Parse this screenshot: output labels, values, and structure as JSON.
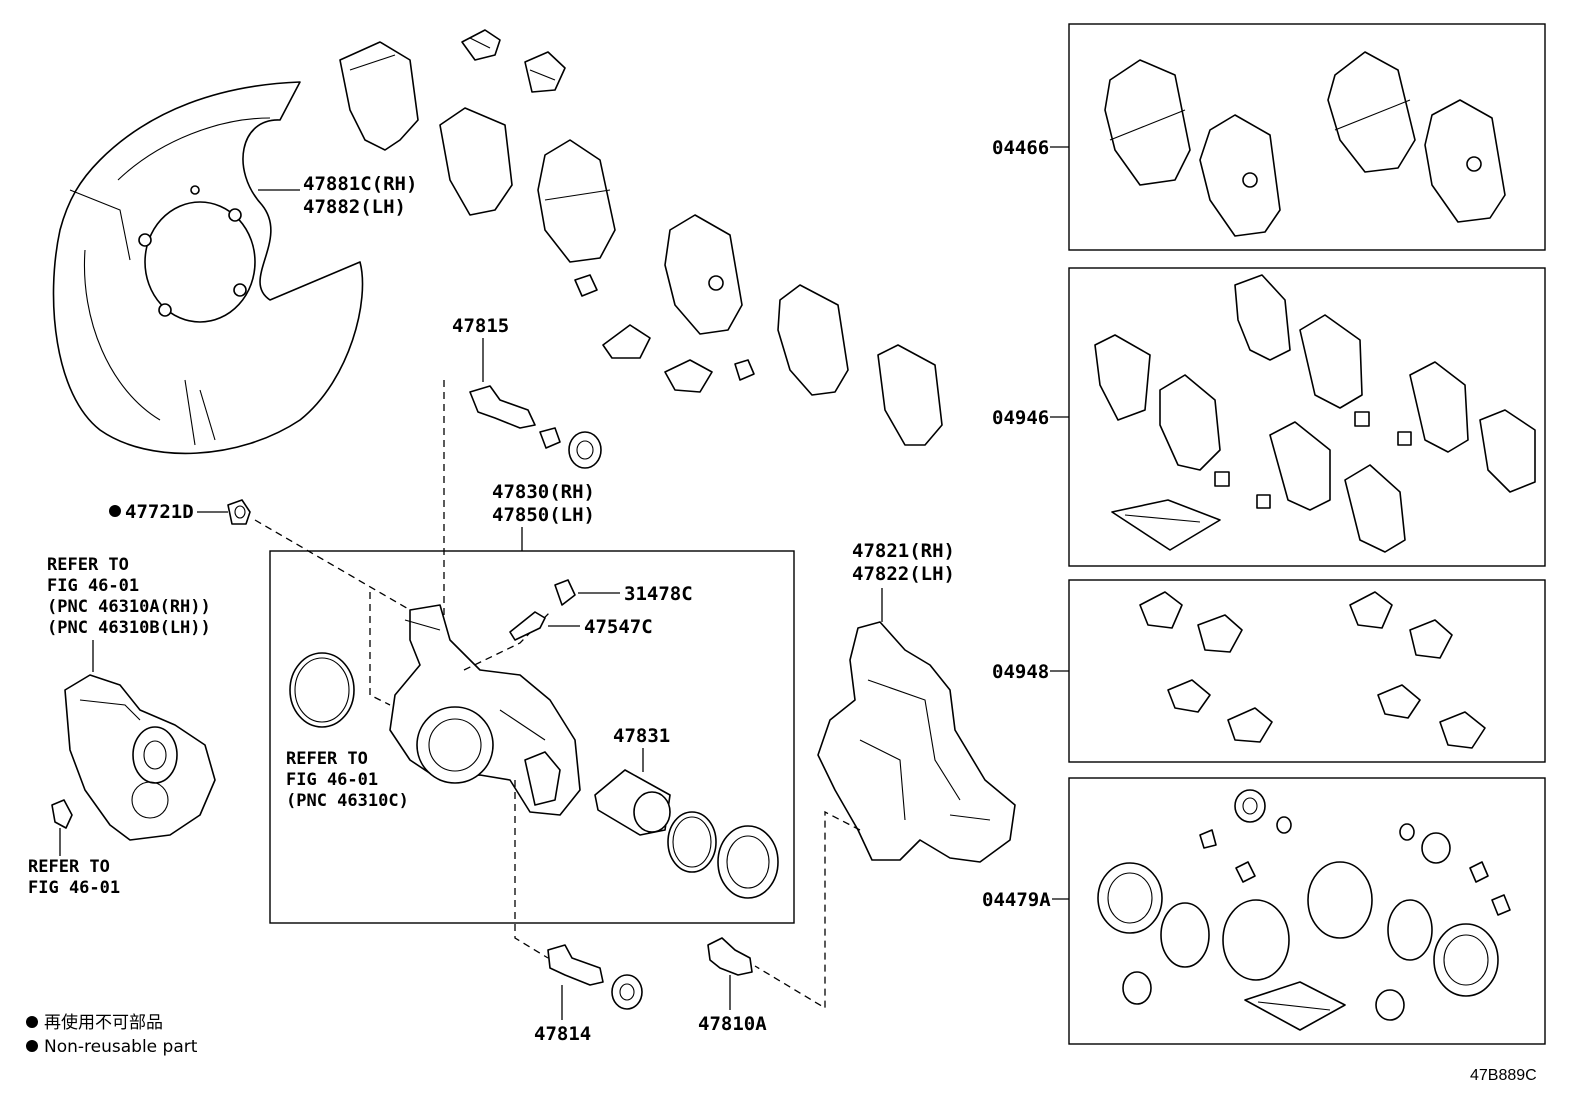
{
  "labels": {
    "p47881": "47881C(RH)",
    "p47882": "47882(LH)",
    "p47815": "47815",
    "p47721": "47721D",
    "p47830": "47830(RH)",
    "p47850": "47850(LH)",
    "p31478": "31478C",
    "p47547": "47547C",
    "p47831": "47831",
    "p47821": "47821(RH)",
    "p47822": "47822(LH)",
    "p47814": "47814",
    "p47810": "47810A",
    "k04466": "04466",
    "k04946": "04946",
    "k04948": "04948",
    "k04479": "04479A"
  },
  "refs": {
    "motor": [
      "REFER TO",
      "FIG 46-01",
      "(PNC 46310A(RH))",
      "(PNC 46310B(LH))"
    ],
    "caliper": [
      "REFER TO",
      "FIG 46-01",
      "(PNC 46310C)"
    ],
    "bolt": [
      "REFER TO",
      "FIG 46-01"
    ]
  },
  "legend": {
    "line1": "再使用不可部品",
    "line2": "Non-reusable part"
  },
  "figure_code": "47B889C"
}
